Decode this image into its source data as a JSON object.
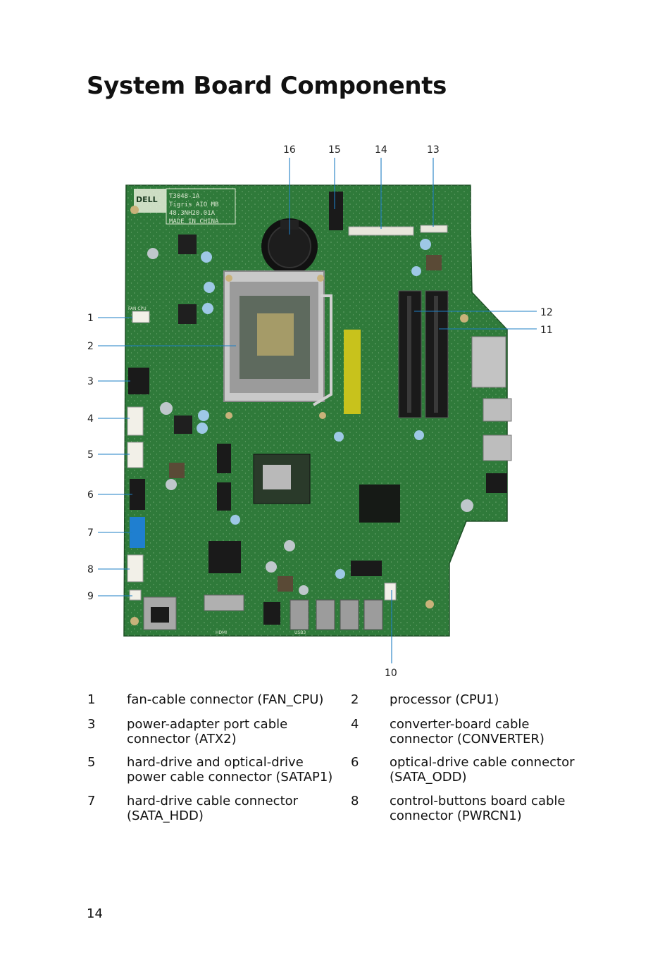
{
  "page": {
    "title": "System Board Components",
    "page_number": "14"
  },
  "callouts": [
    "1",
    "2",
    "3",
    "4",
    "5",
    "6",
    "7",
    "8",
    "9",
    "10",
    "11",
    "12",
    "13",
    "14",
    "15",
    "16"
  ],
  "board_labels": {
    "brand": "DELL",
    "model_line1": "T3048-1A",
    "model_line2": "Tigris AIO MB",
    "model_line3": "48.3NH20.01A",
    "model_line4": "MADE IN CHINA",
    "fan": "FAN CPU",
    "hdmi": "HDMI",
    "usb": "USB3"
  },
  "legend": [
    {
      "num": "1",
      "text": "fan-cable connector (FAN_CPU)"
    },
    {
      "num": "2",
      "text": "processor (CPU1)"
    },
    {
      "num": "3",
      "text": "power-adapter port cable connector (ATX2)"
    },
    {
      "num": "4",
      "text": "converter-board cable connector (CONVERTER)"
    },
    {
      "num": "5",
      "text": "hard-drive and optical-drive power cable connector (SATAP1)"
    },
    {
      "num": "6",
      "text": "optical-drive cable connector (SATA_ODD)"
    },
    {
      "num": "7",
      "text": "hard-drive cable connector (SATA_HDD)"
    },
    {
      "num": "8",
      "text": "control-buttons board cable connector (PWRCN1)"
    }
  ],
  "colors": {
    "pcb": "#2f7a3a",
    "pcb_dark": "#24622d",
    "leader": "#1e7fc4",
    "sata_blue": "#1f7fd0",
    "connector_white": "#f2f0e8"
  }
}
